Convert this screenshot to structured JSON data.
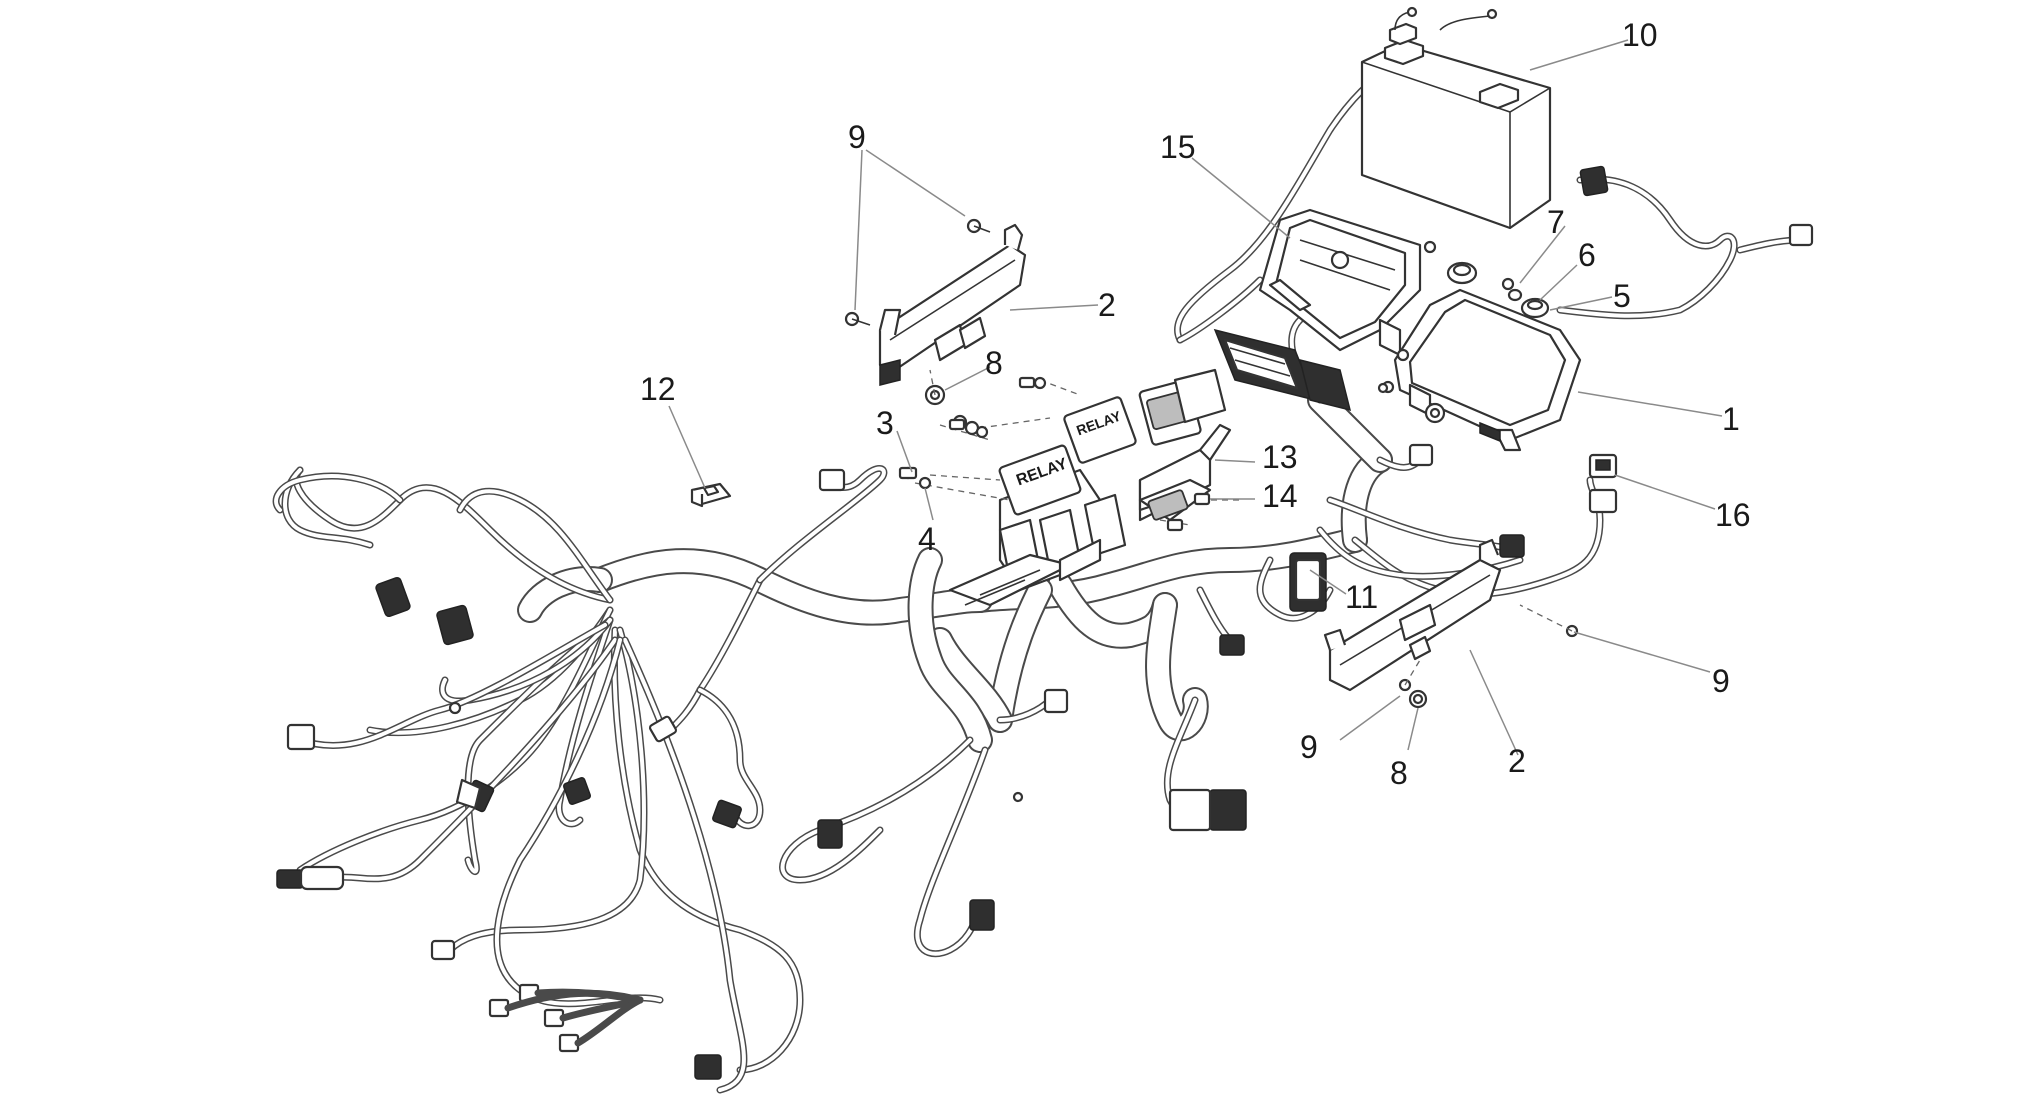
{
  "callouts": [
    {
      "id": "c1",
      "label": "1"
    },
    {
      "id": "c2a",
      "label": "2"
    },
    {
      "id": "c2b",
      "label": "2"
    },
    {
      "id": "c3",
      "label": "3"
    },
    {
      "id": "c4",
      "label": "4"
    },
    {
      "id": "c5",
      "label": "5"
    },
    {
      "id": "c6",
      "label": "6"
    },
    {
      "id": "c7",
      "label": "7"
    },
    {
      "id": "c8a",
      "label": "8"
    },
    {
      "id": "c8b",
      "label": "8"
    },
    {
      "id": "c9a",
      "label": "9"
    },
    {
      "id": "c9b",
      "label": "9"
    },
    {
      "id": "c9c",
      "label": "9"
    },
    {
      "id": "c10",
      "label": "10"
    },
    {
      "id": "c11",
      "label": "11"
    },
    {
      "id": "c12",
      "label": "12"
    },
    {
      "id": "c13",
      "label": "13"
    },
    {
      "id": "c14",
      "label": "14"
    },
    {
      "id": "c15",
      "label": "15"
    },
    {
      "id": "c16",
      "label": "16"
    }
  ],
  "relay_label": "RELAY",
  "colors": {
    "line": "#333333",
    "fill": "#ffffff",
    "connector": "#2f2f2f"
  }
}
